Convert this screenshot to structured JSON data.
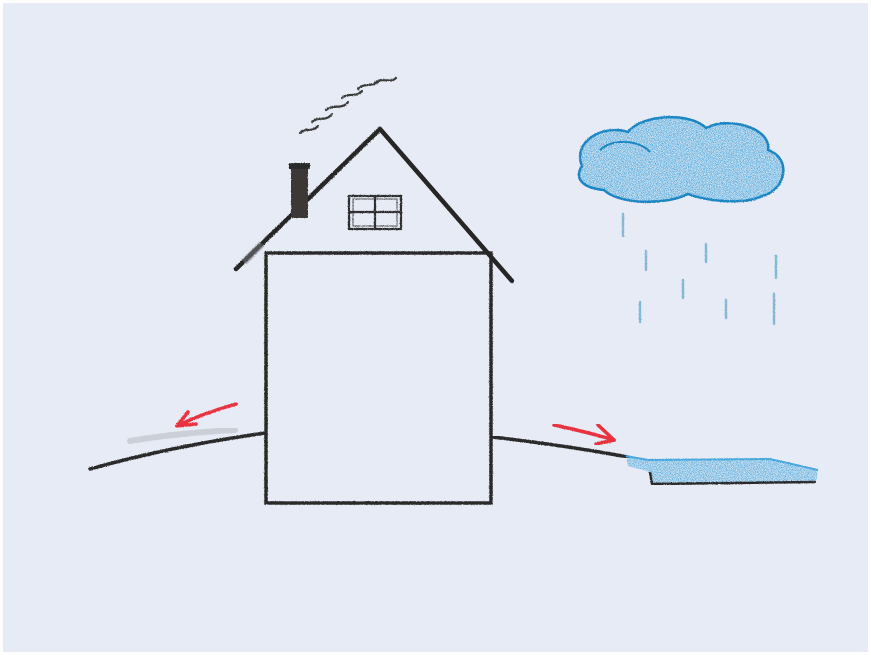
{
  "drawing": {
    "style": "crayon sketch",
    "palette": {
      "paper": "#e7ebf5",
      "pencil": "#2b2b2b",
      "water": "#2e9bd6",
      "arrow": "#e8303c"
    },
    "elements": [
      "house",
      "roof",
      "attic-window",
      "chimney",
      "smoke",
      "rain-cloud",
      "raindrops",
      "ground-slope-left",
      "ground-slope-right",
      "puddle",
      "runoff-arrow-left",
      "runoff-arrow-right"
    ]
  }
}
